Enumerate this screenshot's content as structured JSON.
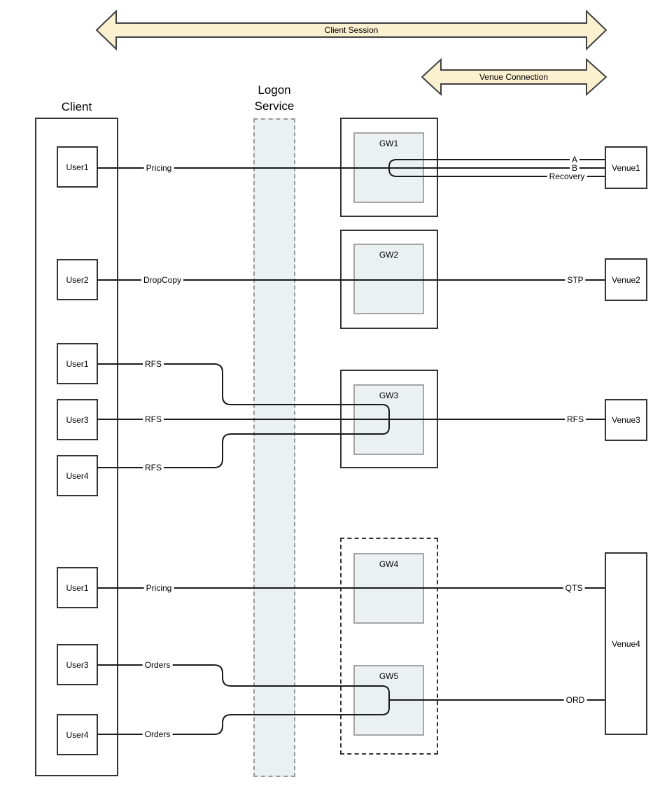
{
  "colors": {
    "arrow_fill": "#FBF0CF",
    "arrow_stroke": "#404040",
    "panel_fill": "#EBF1F2",
    "panel_stroke": "#A6A6A6",
    "box_stroke": "#333333",
    "line_color": "#1A1A1A"
  },
  "banners": {
    "client_session": "Client Session",
    "venue_connection": "Venue Connection"
  },
  "client": {
    "title": "Client",
    "users": [
      {
        "label": "User1"
      },
      {
        "label": "User2"
      },
      {
        "label": "User1"
      },
      {
        "label": "User3"
      },
      {
        "label": "User4"
      },
      {
        "label": "User1"
      },
      {
        "label": "User3"
      },
      {
        "label": "User4"
      }
    ]
  },
  "logon_service": {
    "line1": "Logon",
    "line2": "Service"
  },
  "gateways": [
    {
      "label": "GW1"
    },
    {
      "label": "GW2"
    },
    {
      "label": "GW3"
    },
    {
      "label": "GW4"
    },
    {
      "label": "GW5"
    }
  ],
  "venues": [
    {
      "label": "Venue1"
    },
    {
      "label": "Venue2"
    },
    {
      "label": "Venue3"
    },
    {
      "label": "Venue4"
    }
  ],
  "links": {
    "left": [
      {
        "label": "Pricing"
      },
      {
        "label": "DropCopy"
      },
      {
        "label": "RFS"
      },
      {
        "label": "RFS"
      },
      {
        "label": "RFS"
      },
      {
        "label": "Pricing"
      },
      {
        "label": "Orders"
      },
      {
        "label": "Orders"
      }
    ],
    "right": [
      {
        "label": "A"
      },
      {
        "label": "B"
      },
      {
        "label": "Recovery"
      },
      {
        "label": "STP"
      },
      {
        "label": "RFS"
      },
      {
        "label": "QTS"
      },
      {
        "label": "ORD"
      }
    ]
  }
}
